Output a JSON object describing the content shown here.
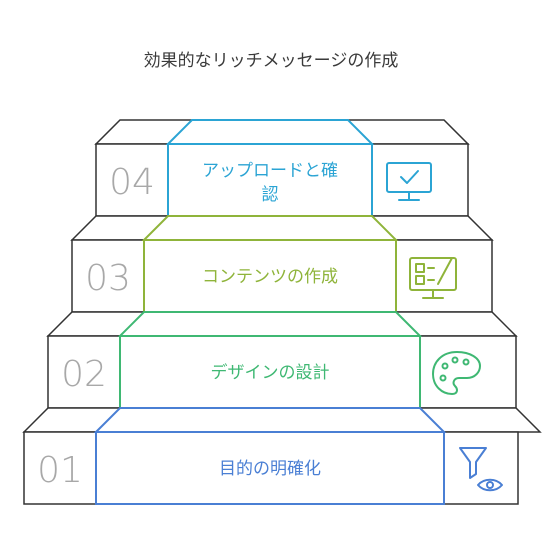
{
  "title": "効果的なリッチメッセージの作成",
  "steps": [
    {
      "number": "01",
      "label_lines": [
        "目的の明確化"
      ],
      "color": "#4a7fd4",
      "icon": "funnel-eye-icon"
    },
    {
      "number": "02",
      "label_lines": [
        "デザインの設計"
      ],
      "color": "#3fb873",
      "icon": "palette-icon"
    },
    {
      "number": "03",
      "label_lines": [
        "コンテンツの作成"
      ],
      "color": "#8fb43a",
      "icon": "design-monitor-icon"
    },
    {
      "number": "04",
      "label_lines": [
        "アップロードと確",
        "認"
      ],
      "color": "#2ba4d4",
      "icon": "monitor-check-icon"
    }
  ]
}
